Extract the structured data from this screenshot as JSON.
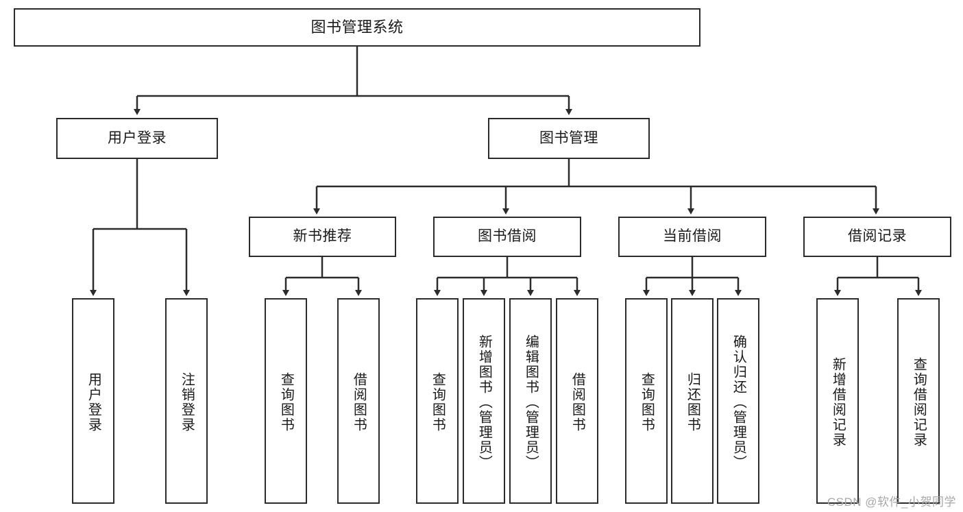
{
  "diagram": {
    "title": "图书管理系统",
    "watermark": "CSDN @软件_小贺同学",
    "colors": {
      "box_border": "#2b2b2b",
      "edge": "#2b2b2b",
      "background": "#ffffff",
      "text": "#1a1a1a",
      "watermark": "#a8a8a8"
    },
    "root": {
      "label": "图书管理系统"
    },
    "level1": [
      {
        "label": "用户登录"
      },
      {
        "label": "图书管理"
      }
    ],
    "level2": [
      {
        "label": "新书推荐"
      },
      {
        "label": "图书借阅"
      },
      {
        "label": "当前借阅"
      },
      {
        "label": "借阅记录"
      }
    ],
    "leaves": {
      "user_login": [
        {
          "label": "用户登录"
        },
        {
          "label": "注销登录"
        }
      ],
      "new_book_recommend": [
        {
          "label": "查询图书"
        },
        {
          "label": "借阅图书"
        }
      ],
      "book_borrow": [
        {
          "label": "查询图书"
        },
        {
          "label": "新增图书（管理员）"
        },
        {
          "label": "编辑图书（管理员）"
        },
        {
          "label": "借阅图书"
        }
      ],
      "current_borrow": [
        {
          "label": "查询图书"
        },
        {
          "label": "归还图书"
        },
        {
          "label": "确认归还（管理员）"
        }
      ],
      "borrow_record": [
        {
          "label": "新增借阅记录"
        },
        {
          "label": "查询借阅记录"
        }
      ]
    }
  }
}
